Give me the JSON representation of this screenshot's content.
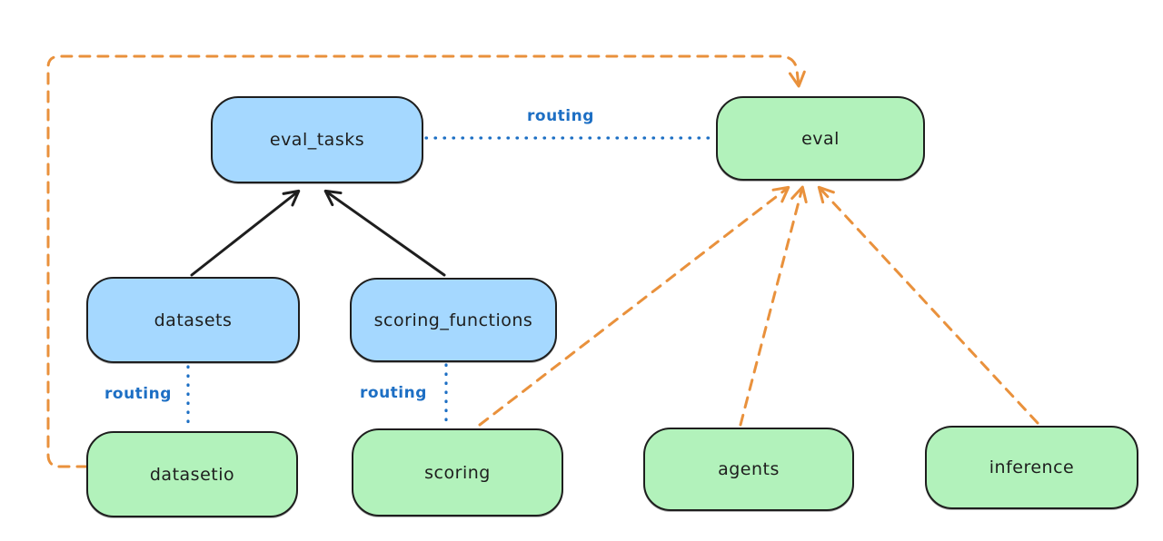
{
  "diagram": {
    "colors": {
      "background": "#ffffff",
      "node_stroke": "#1e1e1e",
      "blue_node_fill": "#a5d8ff",
      "green_node_fill": "#b2f2bb",
      "routing_label_blue": "#1d6fc4",
      "orange_edge": "#e9913c",
      "black_edge": "#1e1e1e"
    },
    "nodes": {
      "eval_tasks": {
        "label": "eval_tasks",
        "color": "blue"
      },
      "eval": {
        "label": "eval",
        "color": "green"
      },
      "datasets": {
        "label": "datasets",
        "color": "blue"
      },
      "scoring_functions": {
        "label": "scoring_functions",
        "color": "blue"
      },
      "datasetio": {
        "label": "datasetio",
        "color": "green"
      },
      "scoring": {
        "label": "scoring",
        "color": "green"
      },
      "agents": {
        "label": "agents",
        "color": "green"
      },
      "inference": {
        "label": "inference",
        "color": "green"
      }
    },
    "edge_labels": {
      "routing_eval_tasks_to_eval": "routing",
      "routing_datasets_to_datasetio": "routing",
      "routing_scoring_functions_to_scoring": "routing"
    },
    "edges": [
      {
        "from": "datasets",
        "to": "eval_tasks",
        "style": "solid",
        "arrow": true,
        "color": "black"
      },
      {
        "from": "scoring_functions",
        "to": "eval_tasks",
        "style": "solid",
        "arrow": true,
        "color": "black"
      },
      {
        "from": "eval_tasks",
        "to": "eval",
        "style": "dotted",
        "arrow": false,
        "color": "blue",
        "label": "routing"
      },
      {
        "from": "datasets",
        "to": "datasetio",
        "style": "dotted",
        "arrow": false,
        "color": "blue",
        "label": "routing"
      },
      {
        "from": "scoring_functions",
        "to": "scoring",
        "style": "dotted",
        "arrow": false,
        "color": "blue",
        "label": "routing"
      },
      {
        "from": "scoring",
        "to": "eval",
        "style": "dashed",
        "arrow": true,
        "color": "orange"
      },
      {
        "from": "agents",
        "to": "eval",
        "style": "dashed",
        "arrow": true,
        "color": "orange"
      },
      {
        "from": "inference",
        "to": "eval",
        "style": "dashed",
        "arrow": true,
        "color": "orange"
      },
      {
        "from": "datasetio",
        "to": "eval",
        "style": "dashed",
        "arrow": true,
        "color": "orange",
        "route": "around-left-and-top"
      }
    ]
  }
}
